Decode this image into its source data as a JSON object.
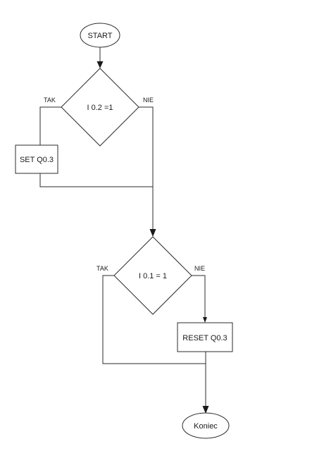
{
  "diagram": {
    "nodes": {
      "start": "START",
      "decision1": "I 0.2 =1",
      "set": "SET Q0.3",
      "decision2": "I 0.1  =  1",
      "reset": "RESET Q0.3",
      "end": "Koniec"
    },
    "branches": {
      "decision1_yes": "TAK",
      "decision1_no": "NIE",
      "decision2_yes": "TAK",
      "decision2_no": "NIE"
    }
  }
}
